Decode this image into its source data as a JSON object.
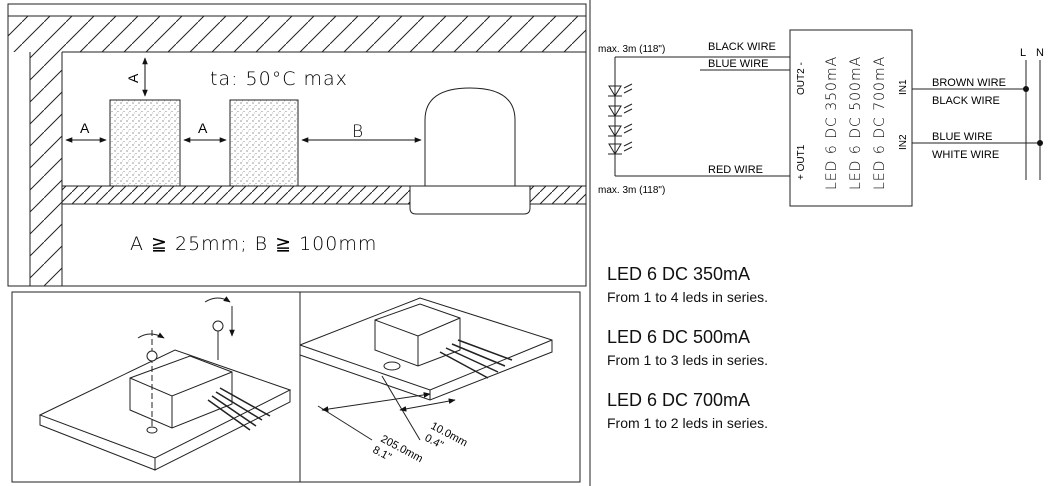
{
  "installation": {
    "ta_label": "ta: 50°C  max",
    "a_label": "A",
    "b_label": "B",
    "clearance_text": "A ≧ 25mm;  B ≧ 100mm"
  },
  "mounting": {
    "dim1_mm": "10.0mm",
    "dim1_in": "0.4\"",
    "dim2_mm": "205.0mm",
    "dim2_in": "8.1\""
  },
  "wiring": {
    "max_top": "max. 3m (118\")",
    "max_bottom": "max. 3m (118\")",
    "black_wire_out": "BLACK WIRE",
    "blue_wire_out": "BLUE WIRE",
    "red_wire": "RED WIRE",
    "out2": "OUT2 -",
    "out1": "+ OUT1",
    "in1": "IN1",
    "in2": "IN2",
    "brown_wire": "BROWN WIRE",
    "black_wire_in": "BLACK WIRE",
    "blue_wire_in": "BLUE WIRE",
    "white_wire": "WHITE WIRE",
    "l_label": "L",
    "n_label": "N",
    "box_models": [
      "LED 6 DC 350mA",
      "LED 6 DC 500mA",
      "LED 6 DC 700mA"
    ]
  },
  "specs": [
    {
      "model": "LED 6 DC 350mA",
      "desc": "From 1 to 4 leds in series."
    },
    {
      "model": "LED 6 DC 500mA",
      "desc": "From 1 to 3 leds in series."
    },
    {
      "model": "LED 6 DC 700mA",
      "desc": "From 1 to 2 leds in series."
    }
  ]
}
